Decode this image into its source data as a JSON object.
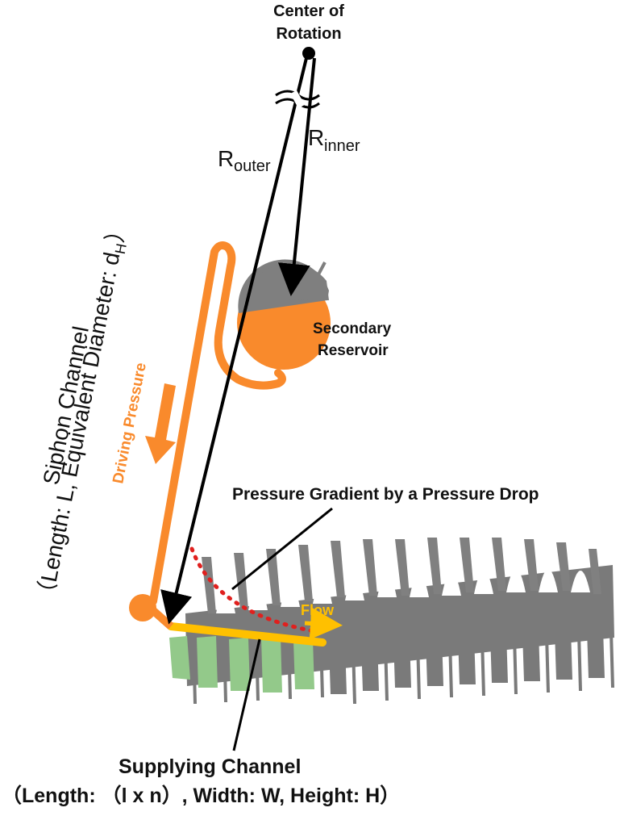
{
  "labels": {
    "center_line1": "Center of",
    "center_line2": "Rotation",
    "r_outer_main": "R",
    "r_outer_sub": "outer",
    "r_inner_main": "R",
    "r_inner_sub": "inner",
    "reservoir_line1": "Secondary",
    "reservoir_line2": "Reservoir",
    "siphon_line1": "Siphon Channel",
    "siphon_line2_main": "（Length: L, Equivalent Diameter: d",
    "siphon_line2_sub": "H",
    "siphon_line2_end": "）",
    "driving_pressure": "Driving Pressure",
    "pressure_gradient": "Pressure Gradient by a Pressure Drop",
    "flow": "Flow",
    "supplying_line1": "Supplying Channel",
    "supplying_line2": "（Length: （l x n）, Width: W, Height: H）"
  },
  "colors": {
    "orange": "#F98A2C",
    "gray": "#7F7F7F",
    "green": "#93C98A",
    "yellow": "#FFC000",
    "red_dots": "#E0201E",
    "black": "#000000"
  }
}
